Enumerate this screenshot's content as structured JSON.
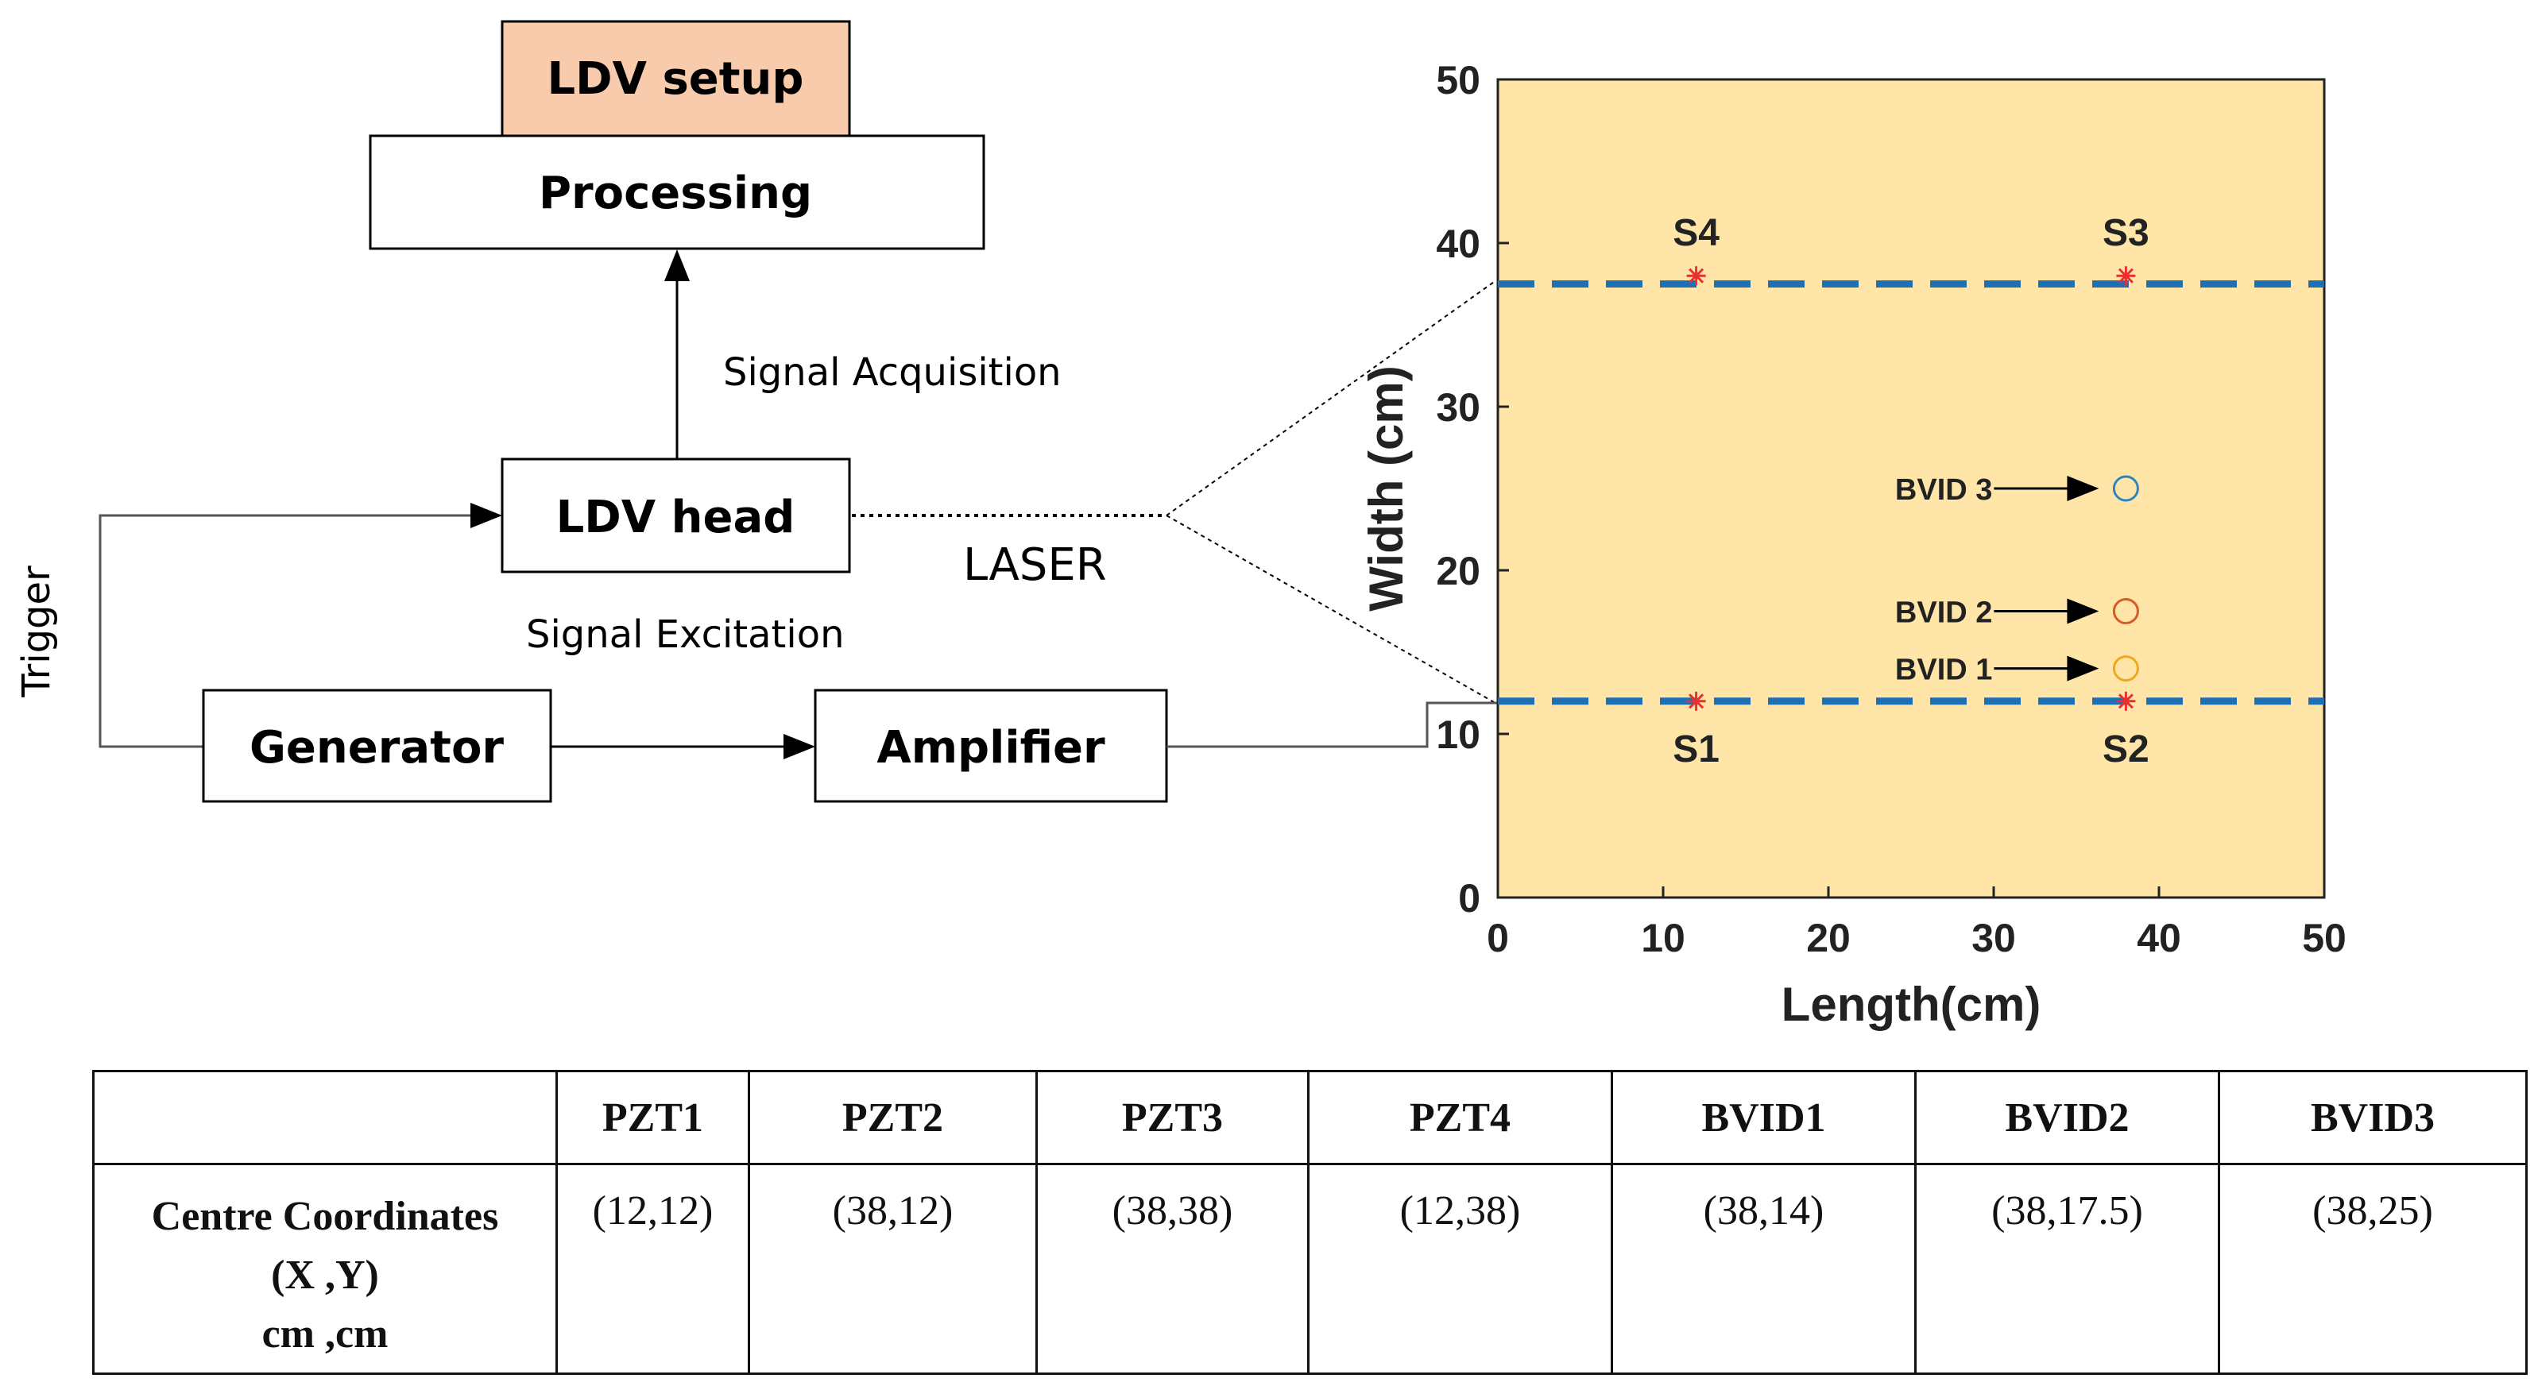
{
  "blocks": {
    "ldv_setup": "LDV setup",
    "processing": "Processing",
    "ldv_head": "LDV head",
    "generator": "Generator",
    "amplifier": "Amplifier"
  },
  "labels": {
    "signal_acquisition": "Signal Acquisition",
    "signal_excitation": "Signal Excitation",
    "trigger": "Trigger",
    "laser": "LASER"
  },
  "colors": {
    "ldv_setup_fill": "#F8CBAD",
    "plate_fill": "#FFE6A8",
    "dashed_line": "#1F6FB5",
    "sensor_marker": "#E83030",
    "bvid1": "#F0A818",
    "bvid2": "#D85A28",
    "bvid3": "#2E86C1"
  },
  "chart_data": {
    "type": "scatter",
    "xlabel": "Length(cm)",
    "ylabel": "Width (cm)",
    "xlim": [
      0,
      50
    ],
    "ylim": [
      0,
      50
    ],
    "xticks": [
      "0",
      "10",
      "20",
      "30",
      "40",
      "50"
    ],
    "yticks": [
      "0",
      "10",
      "20",
      "30",
      "40",
      "50"
    ],
    "sensors": [
      {
        "label": "S1",
        "x": 12,
        "y": 12
      },
      {
        "label": "S2",
        "x": 38,
        "y": 12
      },
      {
        "label": "S3",
        "x": 38,
        "y": 38
      },
      {
        "label": "S4",
        "x": 12,
        "y": 38
      }
    ],
    "damages": [
      {
        "label": "BVID 1",
        "x": 38,
        "y": 14
      },
      {
        "label": "BVID 2",
        "x": 38,
        "y": 17.5
      },
      {
        "label": "BVID 3",
        "x": 38,
        "y": 25
      }
    ],
    "dashed_lines_y": [
      12,
      37.5
    ]
  },
  "table": {
    "headers": [
      "",
      "PZT1",
      "PZT2",
      "PZT3",
      "PZT4",
      "BVID1",
      "BVID2",
      "BVID3"
    ],
    "row_label_lines": [
      "Centre Coordinates",
      "(X ,Y)",
      "cm ,cm"
    ],
    "values": [
      "(12,12)",
      "(38,12)",
      "(38,38)",
      "(12,38)",
      "(38,14)",
      "(38,17.5)",
      "(38,25)"
    ]
  }
}
